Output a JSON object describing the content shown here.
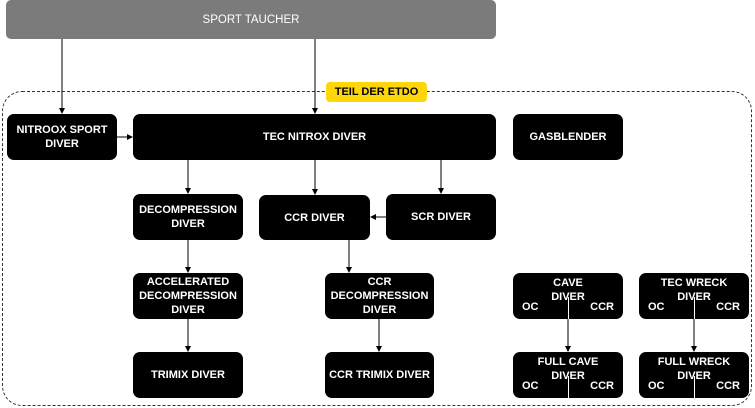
{
  "top": "SPORT TAUCHER",
  "badge": "TEIL DER ETDO",
  "nodes": {
    "nitroox": "NITROOX SPORT DIVER",
    "tec_nitrox": "TEC NITROX DIVER",
    "gasblender": "GASBLENDER",
    "decompression": "DECOMPRESSION DIVER",
    "ccr": "CCR DIVER",
    "scr": "SCR DIVER",
    "accelerated": "ACCELERATED DECOMPRESSION DIVER",
    "ccr_decompression": "CCR DECOMPRESSION DIVER",
    "trimix": "TRIMIX DIVER",
    "ccr_trimix": "CCR TRIMIX DIVER",
    "cave": "CAVE DIVER",
    "tec_wreck": "TEC WRECK DIVER",
    "full_cave": "FULL CAVE DIVER",
    "full_wreck": "FULL WRECK DIVER"
  },
  "variants": {
    "oc": "OC",
    "ccr": "CCR"
  },
  "colors": {
    "badge": "#ffd60a",
    "top": "#7b7b7b",
    "node": "#000000"
  }
}
